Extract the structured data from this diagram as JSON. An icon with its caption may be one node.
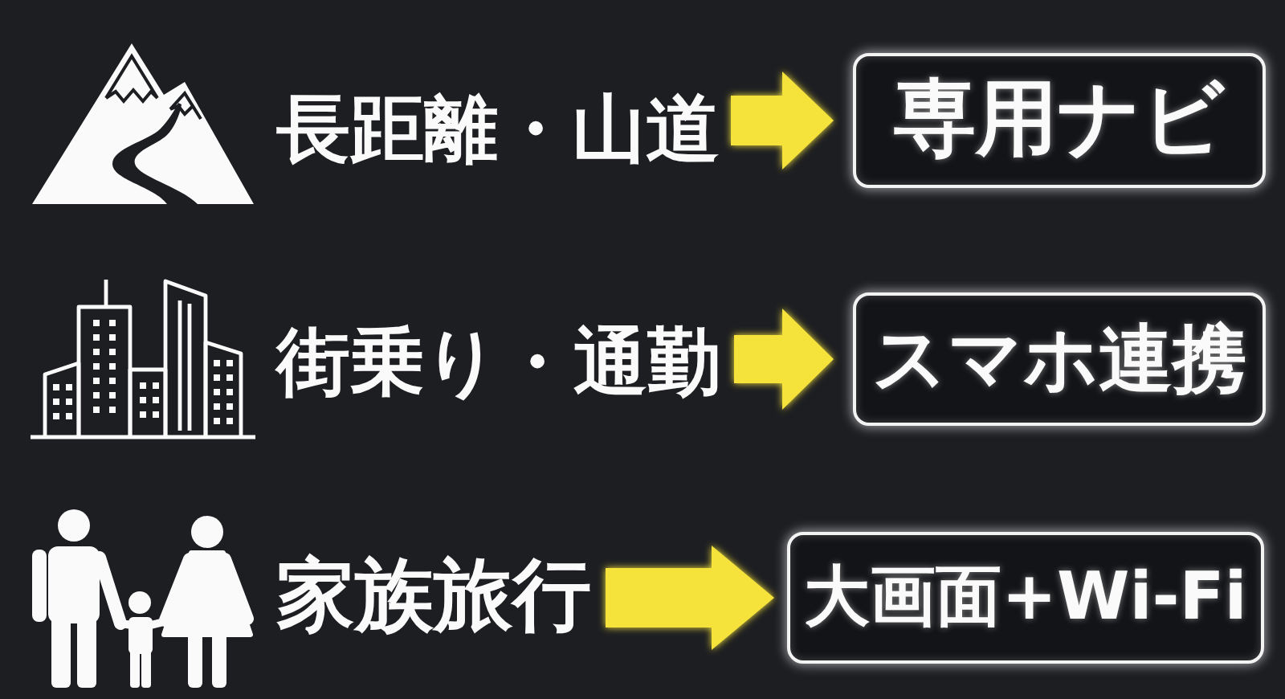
{
  "diagram": {
    "nodes": [
      {
        "text": [
          "長距離・山道"
        ]
      },
      {
        "text": [
          "専用ナビ"
        ]
      },
      {
        "text": [
          "街乗り・通勤"
        ]
      },
      {
        "text": [
          "スマホ連携"
        ]
      },
      {
        "text": [
          "家族旅行"
        ]
      },
      {
        "text": [
          "大画面+Wi-Fi"
        ]
      }
    ],
    "edges": [
      {
        "from": 0,
        "to": 1,
        "arrow": "to"
      },
      {
        "from": 2,
        "to": 3,
        "arrow": "to"
      },
      {
        "from": 4,
        "to": 5,
        "arrow": "to"
      }
    ]
  }
}
